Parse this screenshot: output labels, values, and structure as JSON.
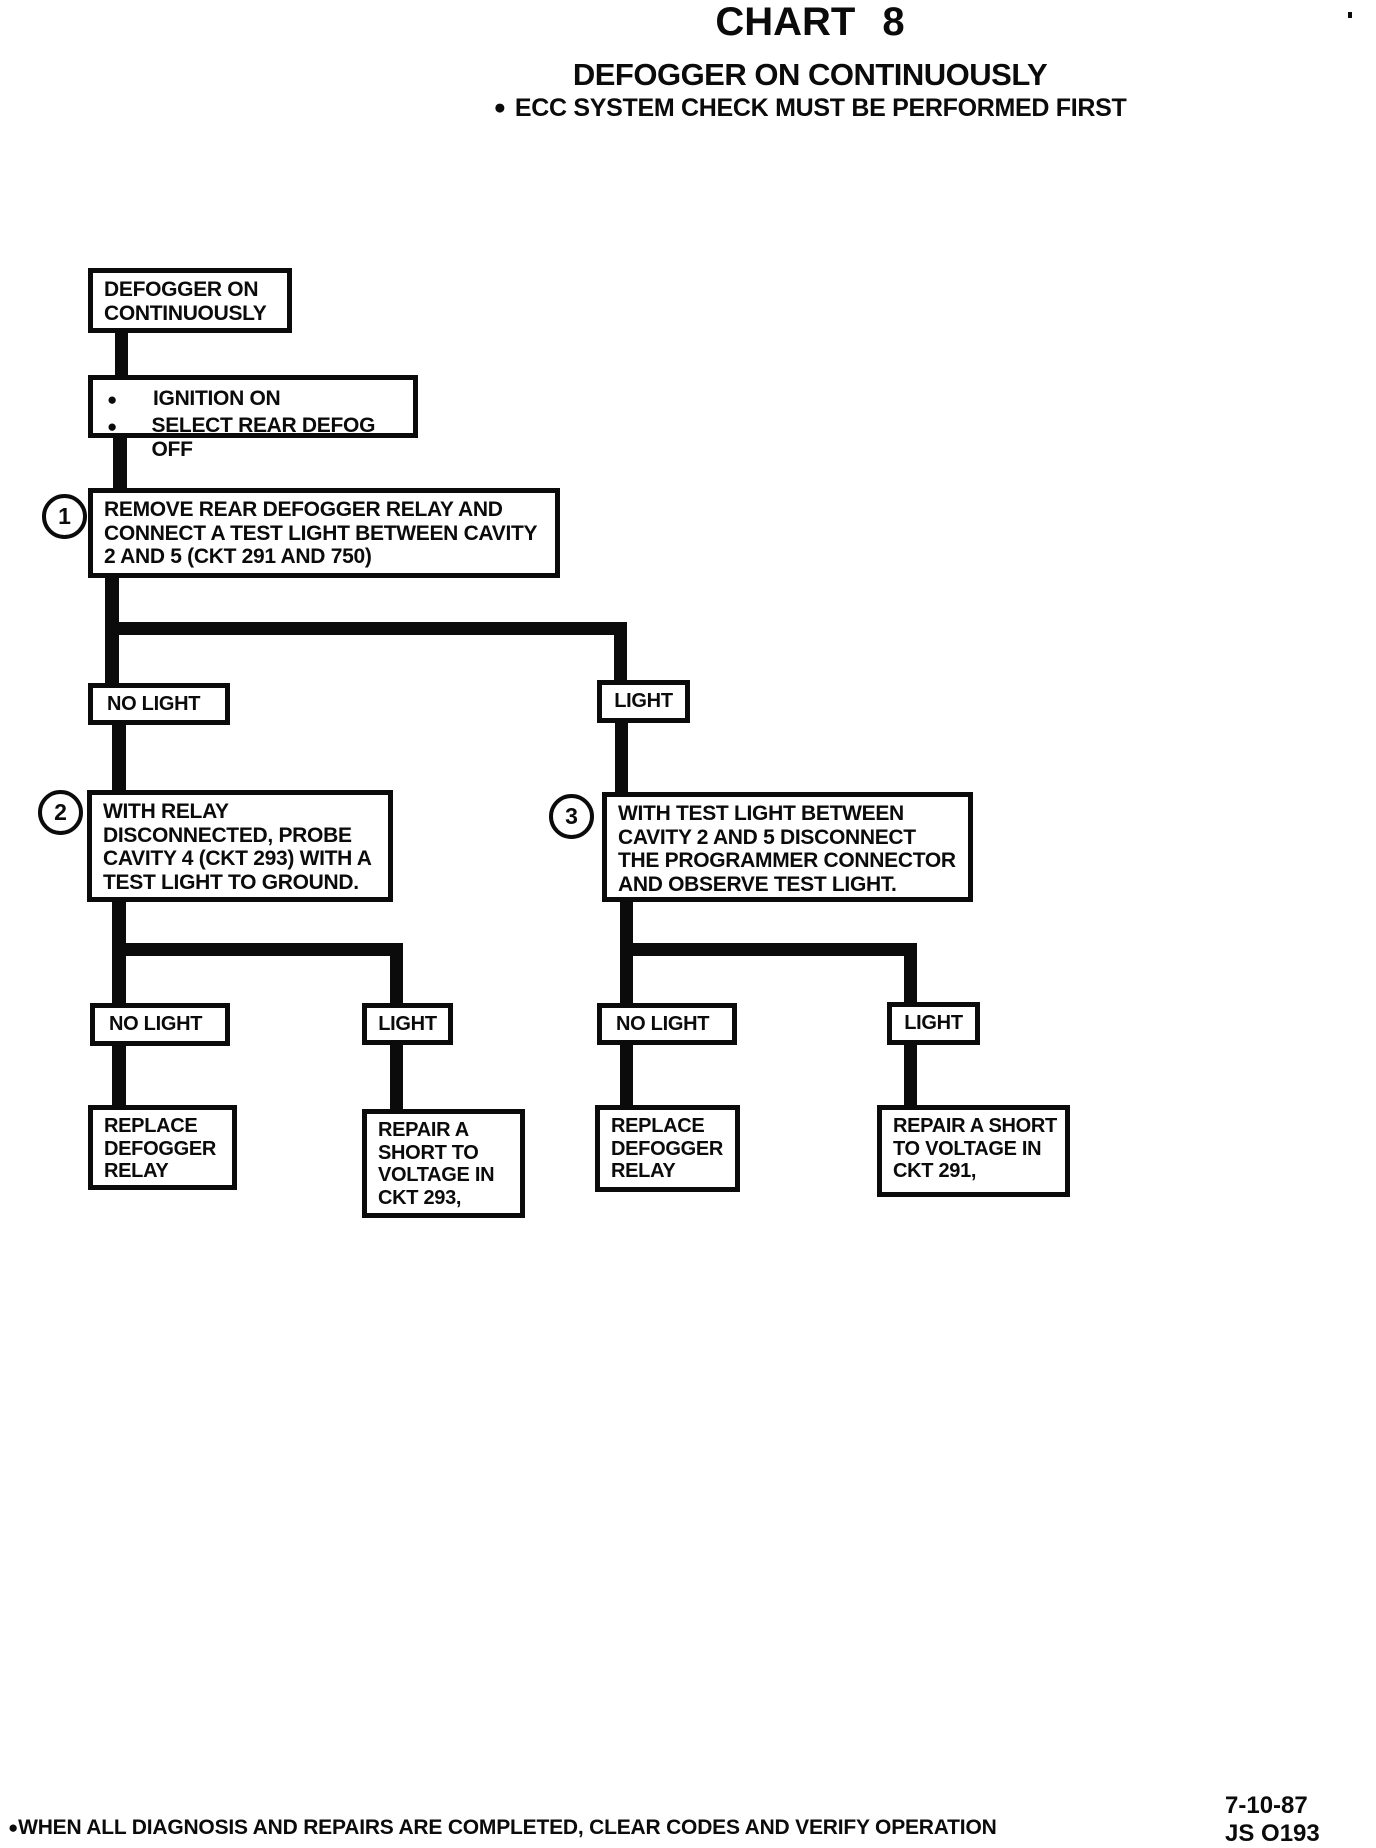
{
  "colors": {
    "ink": "#0b0b0b",
    "paper": "#ffffff"
  },
  "header": {
    "title": "CHART 8",
    "subtitle": "DEFOGGER ON CONTINUOUSLY",
    "note_bullet": "●",
    "note": "ECC SYSTEM CHECK MUST BE PERFORMED FIRST"
  },
  "flow": {
    "start": {
      "text": "DEFOGGER ON\nCONTINUOUSLY"
    },
    "setup": {
      "bullet": "●",
      "item1": "IGNITION ON",
      "item2": "SELECT REAR DEFOG OFF"
    },
    "step1": {
      "number": "1",
      "text": "REMOVE REAR DEFOGGER RELAY AND\nCONNECT A TEST LIGHT BETWEEN CAVITY\n2 AND 5 (CKT 291 AND 750)"
    },
    "branch1": {
      "no_light": "NO LIGHT",
      "light": "LIGHT"
    },
    "step2": {
      "number": "2",
      "text": "WITH RELAY\nDISCONNECTED, PROBE\nCAVITY 4 (CKT 293) WITH A\nTEST LIGHT TO GROUND."
    },
    "step3": {
      "number": "3",
      "text": "WITH TEST LIGHT BETWEEN\nCAVITY 2 AND 5 DISCONNECT\nTHE PROGRAMMER CONNECTOR\nAND OBSERVE TEST LIGHT."
    },
    "branch2": {
      "no_light": "NO LIGHT",
      "light": "LIGHT"
    },
    "branch3": {
      "no_light": "NO LIGHT",
      "light": "LIGHT"
    },
    "result_replace_relay_left": {
      "text": "REPLACE\nDEFOGGER\nRELAY"
    },
    "result_short_293": {
      "text": "REPAIR A\nSHORT TO\nVOLTAGE IN\nCKT 293,"
    },
    "result_replace_relay_right": {
      "text": "REPLACE\nDEFOGGER\nRELAY"
    },
    "result_short_291": {
      "text": "REPAIR A SHORT\nTO VOLTAGE IN\nCKT 291,"
    }
  },
  "footer": {
    "bullet": "●",
    "note": "WHEN ALL DIAGNOSIS AND REPAIRS ARE COMPLETED, CLEAR CODES AND VERIFY OPERATION",
    "date": "7-10-87",
    "code": "JS O193"
  }
}
